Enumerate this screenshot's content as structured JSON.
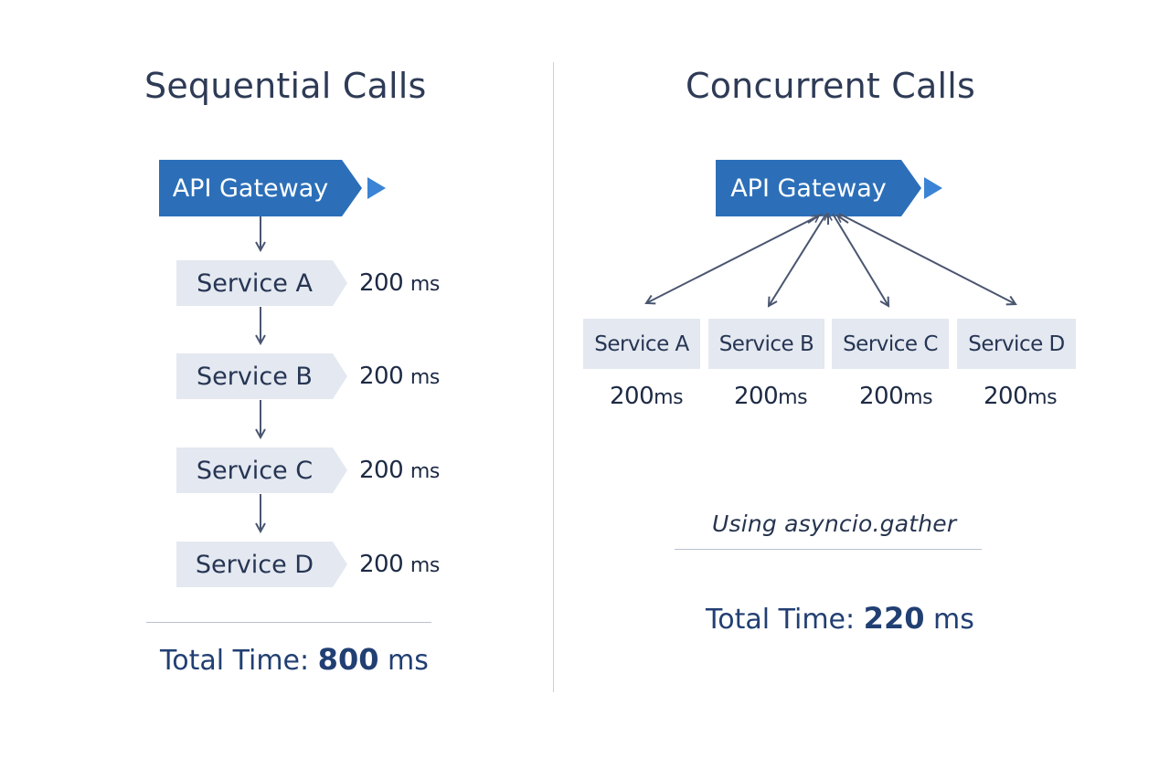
{
  "sequential": {
    "title": "Sequential Calls",
    "gateway_label": "API Gateway",
    "services": [
      {
        "label": "Service A",
        "time_value": "200",
        "time_unit": "ms"
      },
      {
        "label": "Service B",
        "time_value": "200",
        "time_unit": "ms"
      },
      {
        "label": "Service C",
        "time_value": "200",
        "time_unit": "ms"
      },
      {
        "label": "Service D",
        "time_value": "200",
        "time_unit": "ms"
      }
    ],
    "total_label": "Total Time:",
    "total_value": "800",
    "total_unit": "ms"
  },
  "concurrent": {
    "title": "Concurrent Calls",
    "gateway_label": "API Gateway",
    "services": [
      {
        "label": "Service A",
        "time_value": "200",
        "time_unit": "ms"
      },
      {
        "label": "Service B",
        "time_value": "200",
        "time_unit": "ms"
      },
      {
        "label": "Service C",
        "time_value": "200",
        "time_unit": "ms"
      },
      {
        "label": "Service D",
        "time_value": "200",
        "time_unit": "ms"
      }
    ],
    "note": "Using asyncio.gather",
    "total_label": "Total Time:",
    "total_value": "220",
    "total_unit": "ms"
  },
  "colors": {
    "gateway": "#2c6fb8",
    "service_box": "#e4e8f0",
    "arrow": "#4a5670",
    "title": "#2e3b56",
    "total": "#213f73"
  }
}
